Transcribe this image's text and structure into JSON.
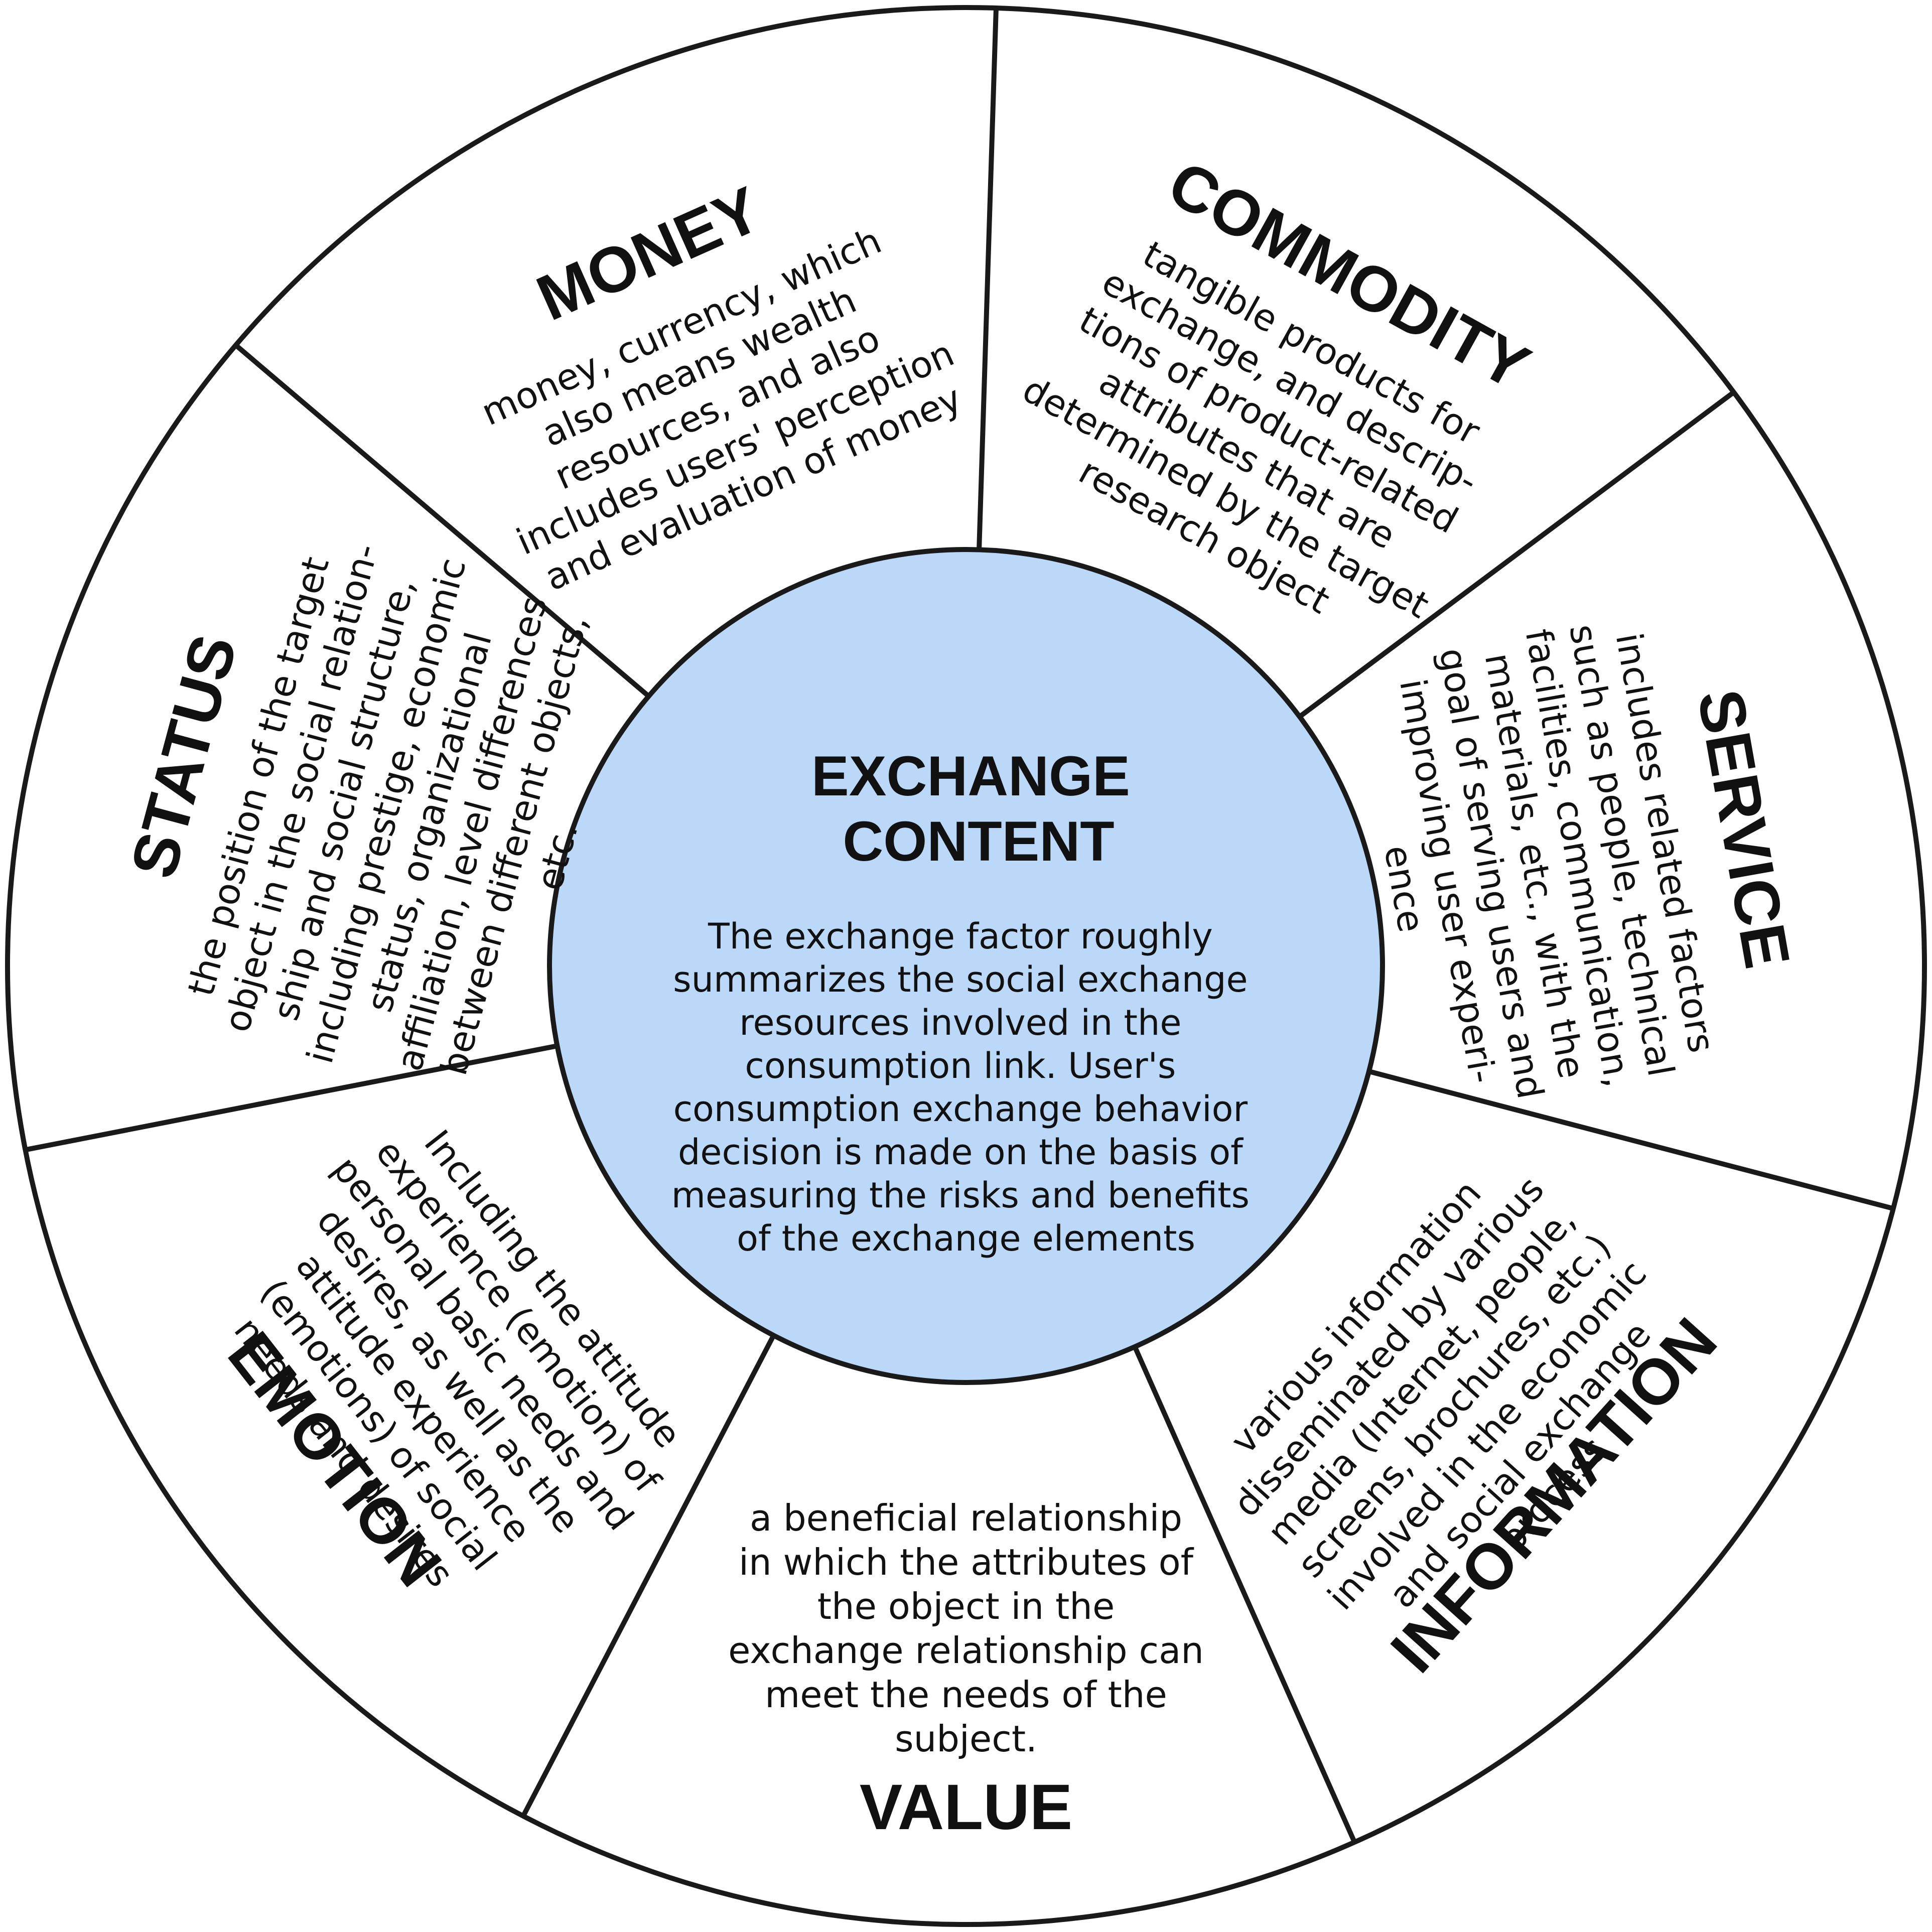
{
  "center": {
    "title_lines": [
      "EXCHANGE",
      "CONTENT"
    ],
    "description_lines": [
      "The exchange factor roughly",
      "summarizes the social exchange",
      "resources involved in the",
      "consumption link. User's",
      "consumption exchange behavior",
      "decision is made on the basis of",
      "measuring the risks and benefits",
      "of the exchange elements"
    ],
    "fill_color": "#bcd8f9"
  },
  "segments": [
    {
      "id": "money",
      "title": "MONEY",
      "lines": [
        "money, currency, which",
        "also means wealth",
        "resources, and also",
        "includes users' perception",
        "and evaluation of money"
      ]
    },
    {
      "id": "commodity",
      "title": "COMMODITY",
      "lines": [
        "tangible products for",
        "exchange, and descrip-",
        "tions of product-related",
        "attributes that are",
        "determined by the target",
        "research object"
      ]
    },
    {
      "id": "service",
      "title": "SERVICE",
      "lines": [
        "includes related factors",
        "such as people, technical",
        "facilities, communication,",
        "materials, etc., with the",
        "goal of serving users and",
        "improving user experi-",
        "ence"
      ]
    },
    {
      "id": "information",
      "title": "INFORMATION",
      "lines": [
        "various information",
        "disseminated by various",
        "media (Internet, people,",
        "screens, brochures, etc.)",
        "involved in the economic",
        "and social exchange",
        "process"
      ]
    },
    {
      "id": "value",
      "title": "VALUE",
      "lines": [
        "a beneficial relationship",
        "in which the attributes of",
        "the object in the",
        "exchange relationship can",
        "meet the needs of the",
        "subject."
      ]
    },
    {
      "id": "emotion",
      "title": "EMOTION",
      "lines": [
        "Including the attitude",
        "experience (emotion) of",
        "personal basic needs and",
        "desires, as well as the",
        "attitude experience",
        "(emotions) of social",
        "needs and desires"
      ]
    },
    {
      "id": "status",
      "title": "STATUS",
      "lines": [
        "the position of the target",
        "object in the social relation-",
        "ship and social structure,",
        "including prestige, economic",
        "status, organizational",
        "affiliation, level differences",
        "between different objects,",
        "etc."
      ]
    }
  ]
}
